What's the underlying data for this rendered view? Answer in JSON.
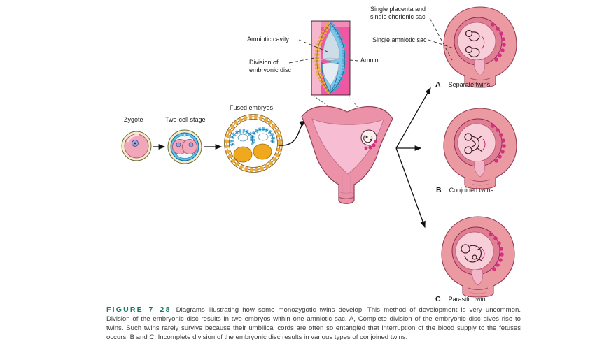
{
  "figure": {
    "labels": {
      "zygote": "Zygote",
      "two_cell": "Two-cell stage",
      "fused_embryos": "Fused embryos",
      "amniotic_cavity": "Amniotic cavity",
      "division": "Division of\nembryonic disc",
      "amnion": "Amnion",
      "single_placenta": "Single placenta and\nsingle chorionic sac",
      "single_amniotic_sac": "Single amniotic sac"
    },
    "outcomes": [
      {
        "letter": "A",
        "label": "Separate twins"
      },
      {
        "letter": "B",
        "label": "Conjoined twins"
      },
      {
        "letter": "C",
        "label": "Parasitic twin"
      }
    ],
    "caption": {
      "figure_label": "FIGURE 7–28",
      "text": "Diagrams illustrating how some monozygotic twins develop. This method of development is very uncommon. Division of the embryonic disc results in two embryos within one amniotic sac. A, Complete division of the embryonic disc gives rise to twins. Such twins rarely survive because their umbilical cords are often so entangled that interruption of the blood supply to the fetuses occurs. B and C, Incomplete division of the embryonic disc results in various types of conjoined twins."
    },
    "colors": {
      "caption_heading": "#167a68",
      "magenta_box": "#ee58a2",
      "blue_cells": "#7cc7ec",
      "yellow_cells": "#ecab3c",
      "salmon_sac": "#ec9aa2",
      "rose_ring": "#e07e93",
      "pale_sac": "#f8ced8",
      "uterus_outer": "#ec92a8",
      "uterus_cavity": "#f7bdd2",
      "villi_magenta": "#d23080"
    }
  }
}
